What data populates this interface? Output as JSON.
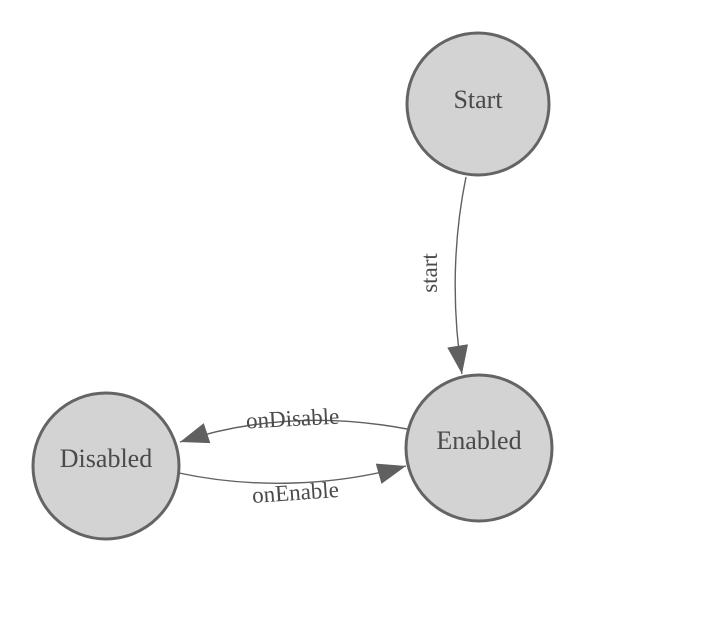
{
  "diagram": {
    "type": "state-machine",
    "background": "#ffffff",
    "colors": {
      "node_fill": "#d3d3d3",
      "node_stroke": "#646464",
      "edge_stroke": "#606060",
      "label": "#4a4a4a"
    },
    "nodes": [
      {
        "id": "start",
        "label": "Start"
      },
      {
        "id": "enabled",
        "label": "Enabled"
      },
      {
        "id": "disabled",
        "label": "Disabled"
      }
    ],
    "edges": [
      {
        "from": "start",
        "to": "enabled",
        "label": "start"
      },
      {
        "from": "enabled",
        "to": "disabled",
        "label": "onDisable"
      },
      {
        "from": "disabled",
        "to": "enabled",
        "label": "onEnable"
      }
    ]
  }
}
